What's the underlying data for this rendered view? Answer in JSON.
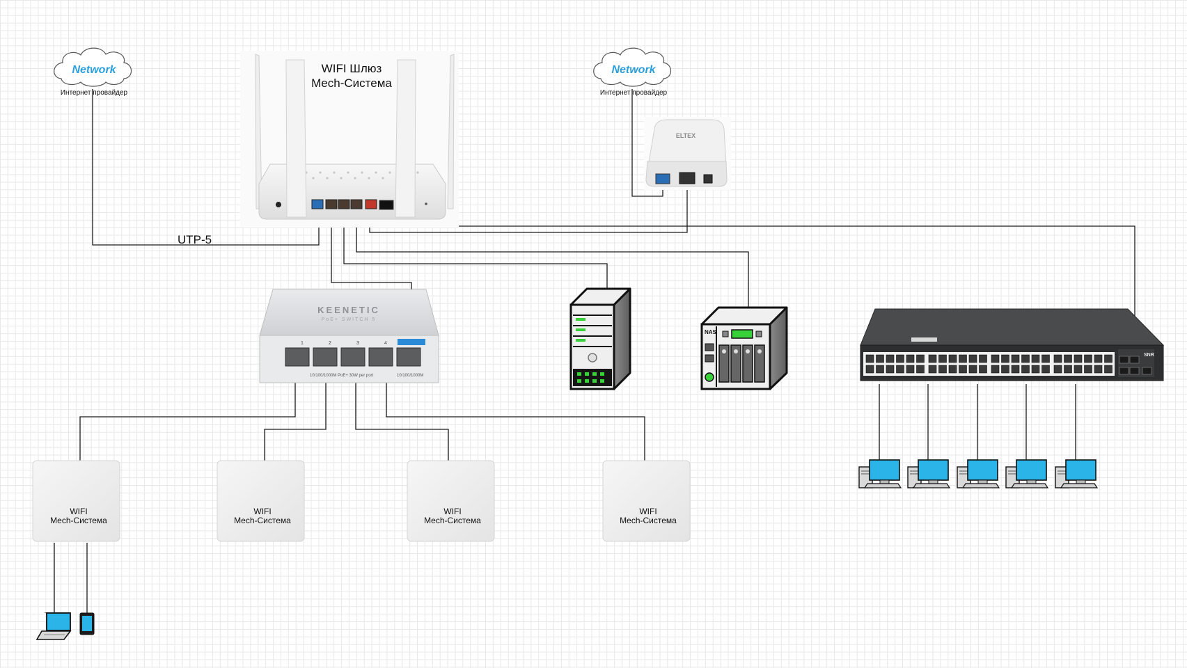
{
  "clouds": [
    {
      "title": "Network",
      "caption": "Интернет провайдер"
    },
    {
      "title": "Network",
      "caption": "Интернет провайдер"
    }
  ],
  "gateway": {
    "title_line1": "WIFI Шлюз",
    "title_line2": "Mech-Система"
  },
  "link_label": "UTP-5",
  "poe_switch": {
    "brand": "KEENETIC",
    "model": "PoE+ SWITCH 5",
    "port_numbers": [
      "1",
      "2",
      "3",
      "4"
    ],
    "note_left": "10/100/1000M PoE+ 30W per port",
    "note_right": "10/100/1000M"
  },
  "ont": {
    "brand": "ELTEX"
  },
  "nas": {
    "label": "NAS"
  },
  "core_switch": {
    "brand": "SNR"
  },
  "access_points": [
    {
      "line1": "WIFI",
      "line2": "Mech-Система"
    },
    {
      "line1": "WIFI",
      "line2": "Mech-Система"
    },
    {
      "line1": "WIFI",
      "line2": "Mech-Система"
    },
    {
      "line1": "WIFI",
      "line2": "Mech-Система"
    }
  ],
  "icons": {
    "cloud": "cloud-icon",
    "router": "router-icon",
    "switch": "switch-icon",
    "ont": "ont-icon",
    "server": "server-icon",
    "nas": "nas-icon",
    "pc": "desktop-pc-icon",
    "laptop": "laptop-icon",
    "phone": "smartphone-icon",
    "ap": "access-point-icon"
  },
  "colors": {
    "cable": "#1a1a1a",
    "cloud_text": "#2a9fdc",
    "lan_port": "#4a3a30",
    "wan_port": "#2a6fb5",
    "sfp_port": "#c0392b",
    "screen_green": "#39d13a"
  }
}
